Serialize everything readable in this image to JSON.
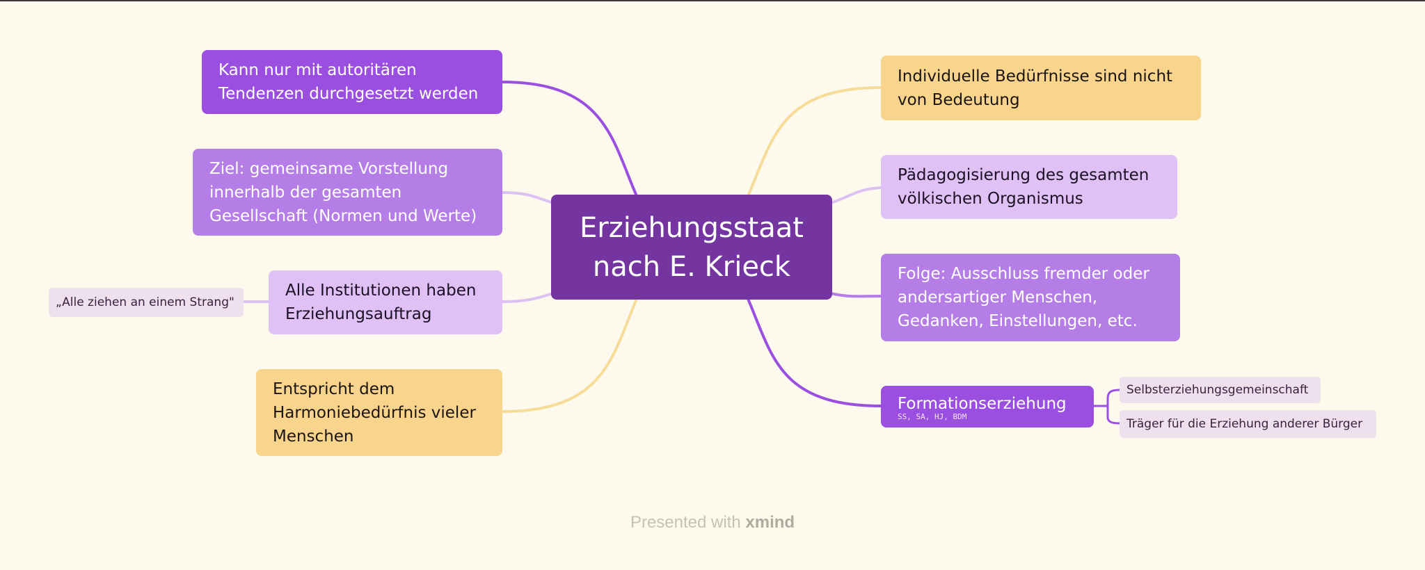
{
  "central": {
    "line1": "Erziehungsstaat",
    "line2": "nach E. Krieck"
  },
  "left_nodes": [
    {
      "text": "Kann nur mit autoritären Tendenzen durchgesetzt werden"
    },
    {
      "text": "Ziel: gemeinsame Vorstellung innerhalb der gesamten Gesellschaft (Normen und Werte)"
    },
    {
      "text": "Alle Institutionen haben Erziehungsauftrag",
      "child": "„Alle ziehen an einem Strang\""
    },
    {
      "text": "Entspricht dem Harmoniebedürfnis vieler Menschen"
    }
  ],
  "right_nodes": [
    {
      "text": "Individuelle Bedürfnisse sind nicht von Bedeutung"
    },
    {
      "text": "Pädagogisierung des gesamten völkischen Organismus"
    },
    {
      "text": "Folge: Ausschluss fremder oder andersartiger Menschen, Gedanken, Einstellungen, etc."
    },
    {
      "text": "Formationserziehung",
      "note": "SS, SA, HJ, BDM",
      "children": [
        "Selbsterziehungsgemeinschaft",
        "Träger für die Erziehung anderer Bürger"
      ]
    }
  ],
  "footer": {
    "prefix": "Presented with",
    "brand": "xmind"
  },
  "colors": {
    "central": "#7535a0",
    "dark": "#9b4fe0",
    "mid": "#b47ee6",
    "light": "#dfc1f6",
    "yellow": "#f8d48c",
    "background": "#fdf9ec"
  }
}
